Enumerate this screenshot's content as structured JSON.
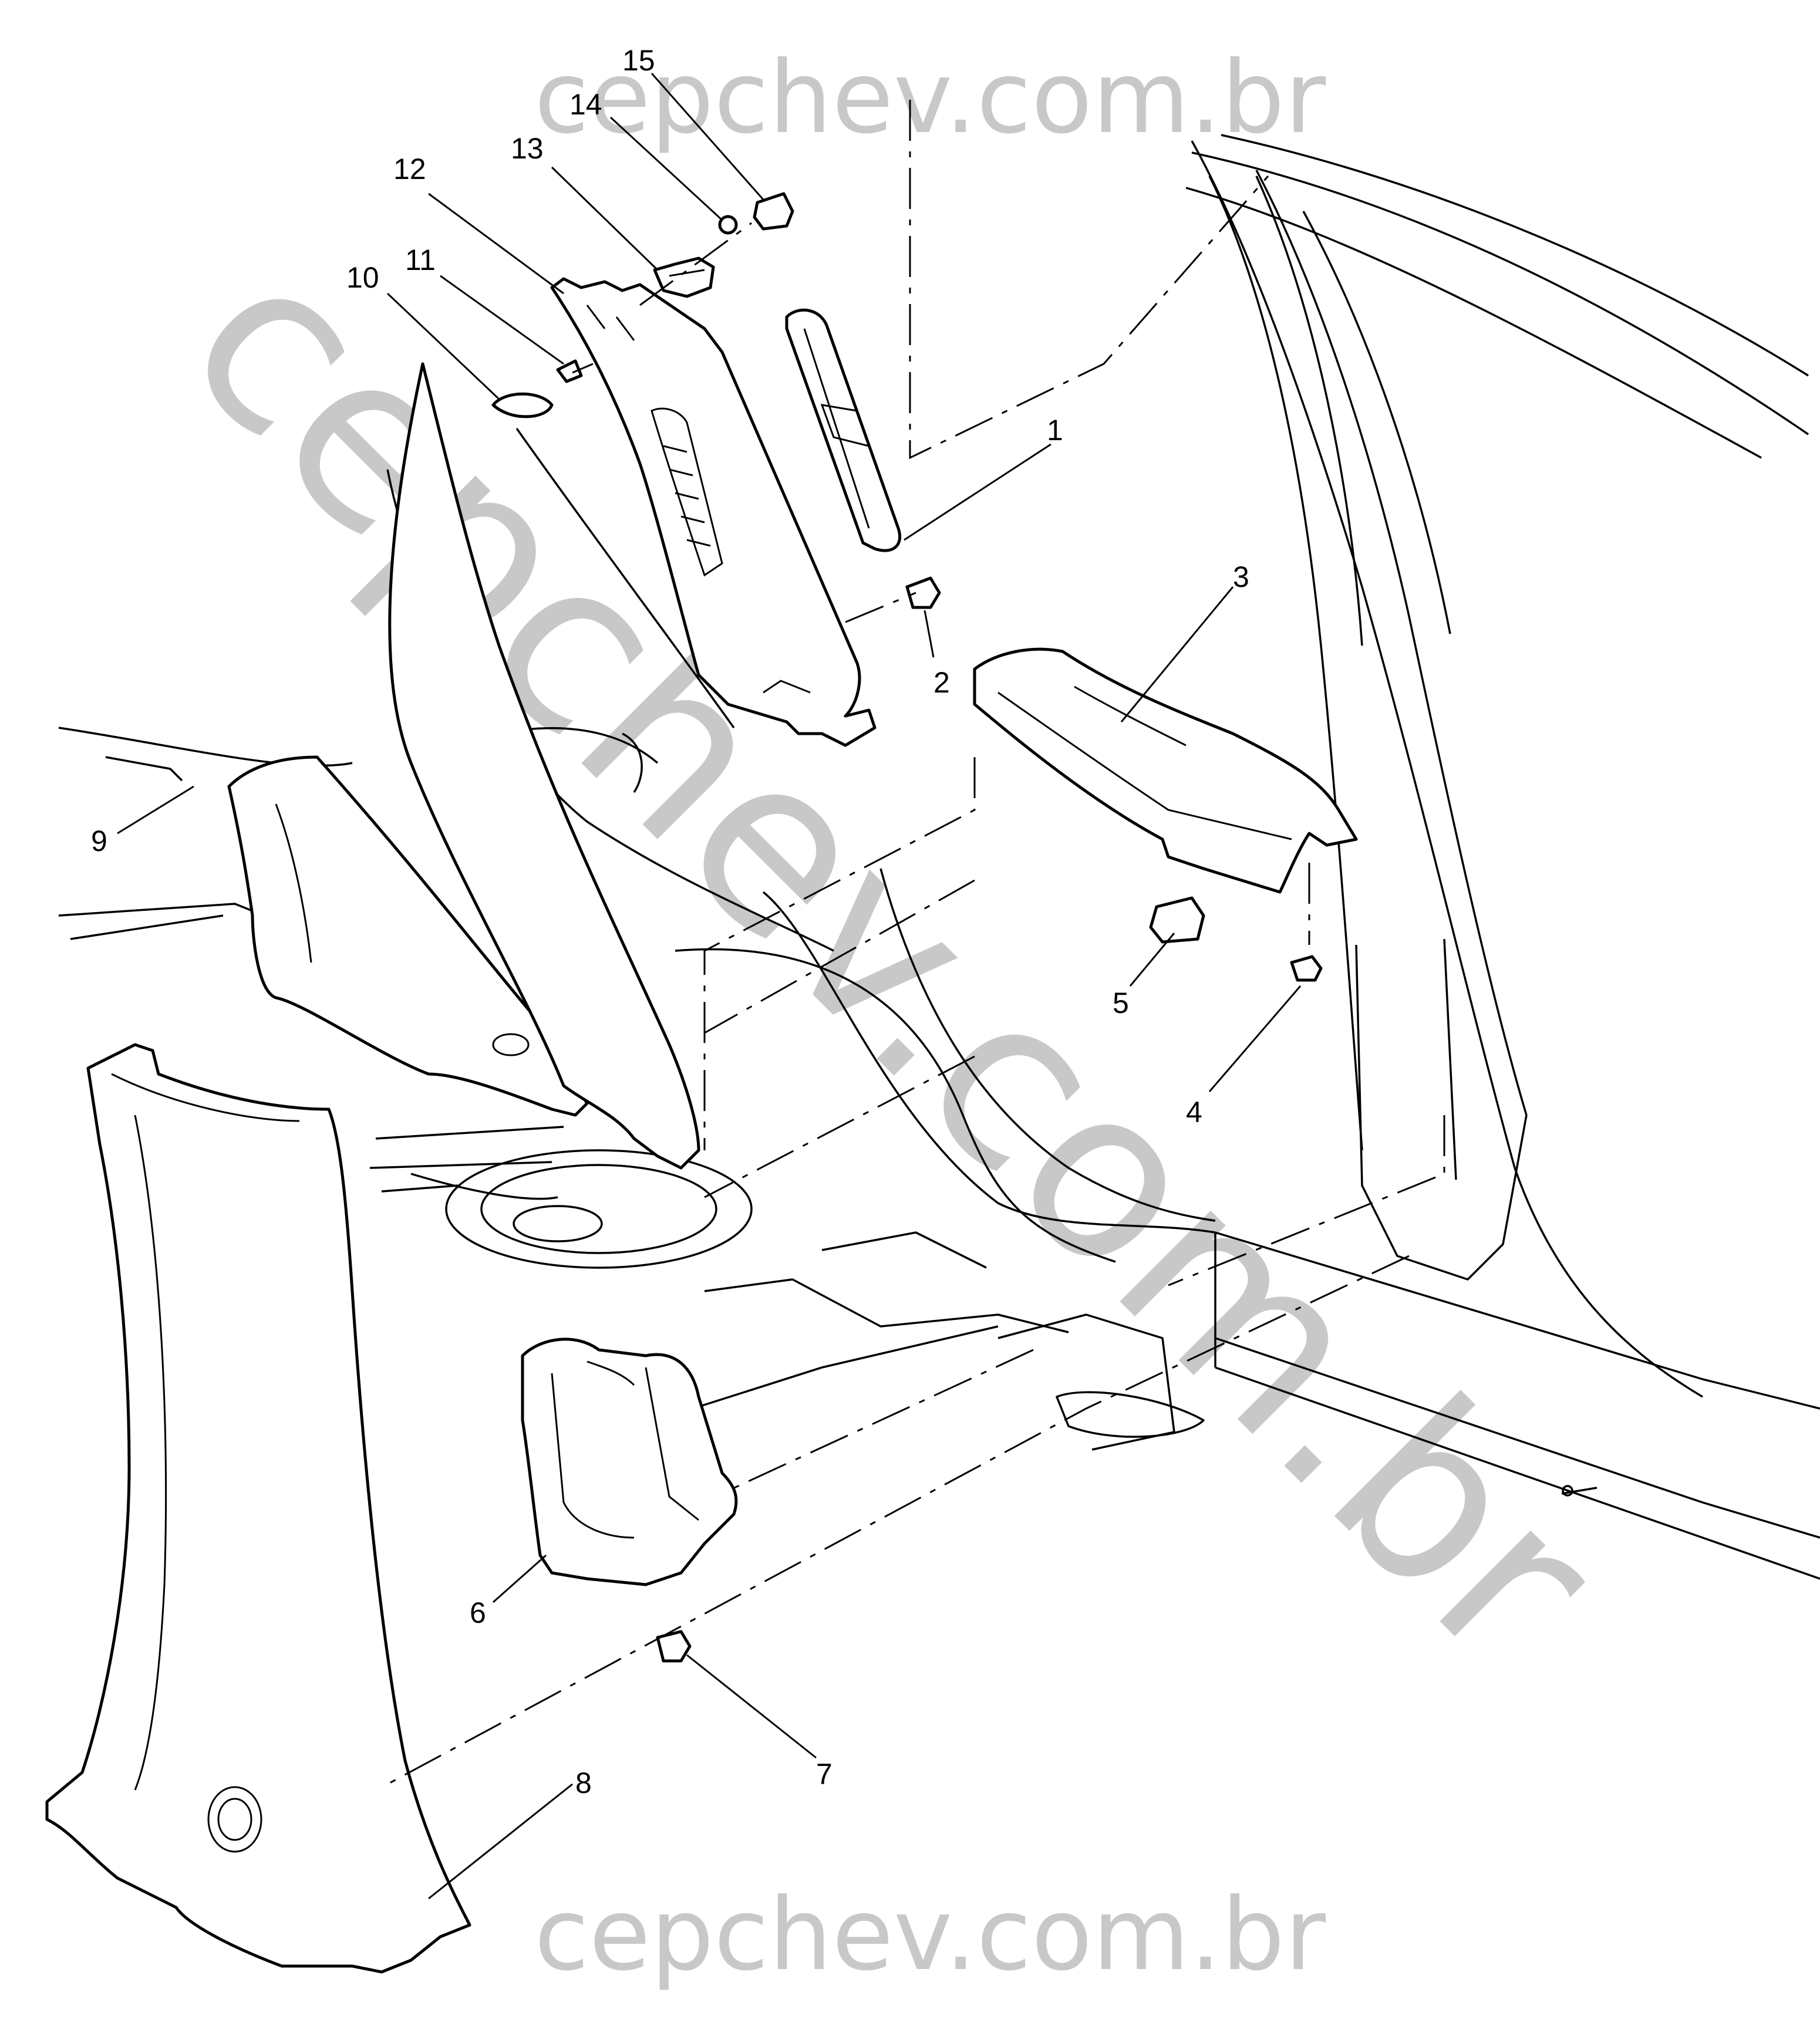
{
  "watermark": {
    "top_text": "cepchev.com.br",
    "bottom_text": "cepchev.com.br",
    "diagonal_text": "cepchev.com.br",
    "color": "#c8c8c8"
  },
  "callouts": [
    "1",
    "2",
    "3",
    "4",
    "5",
    "6",
    "7",
    "8",
    "9",
    "10",
    "11",
    "12",
    "13",
    "14",
    "15"
  ],
  "colors": {
    "line": "#000000",
    "background": "#ffffff"
  }
}
